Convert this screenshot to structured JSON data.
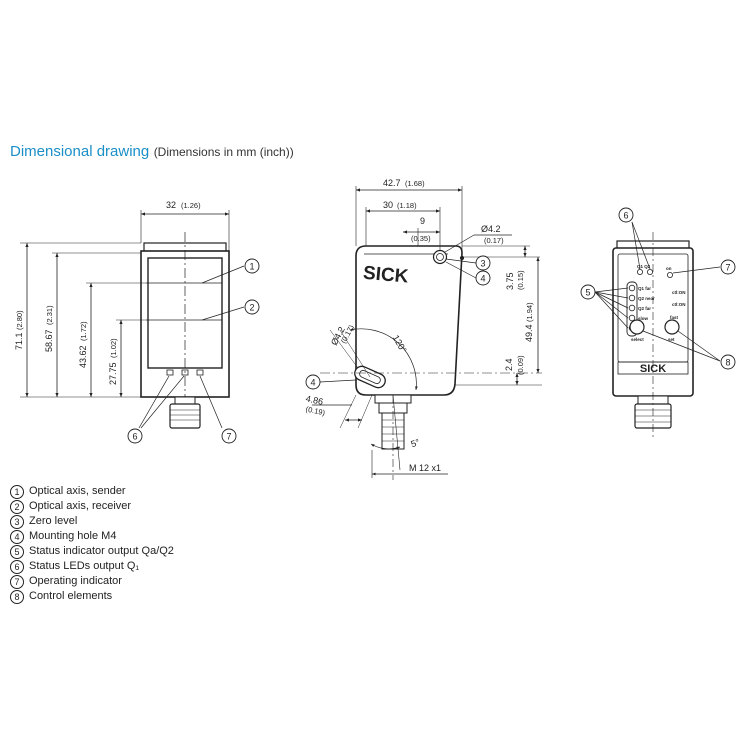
{
  "title": {
    "main": "Dimensional drawing",
    "sub": "(Dimensions in mm (inch))"
  },
  "callouts": [
    "1",
    "2",
    "3",
    "4",
    "5",
    "6",
    "7",
    "8"
  ],
  "front_view": {
    "width": "32",
    "width_in": "(1.26)",
    "height_total": "71.1",
    "height_total_in": "(2.80)",
    "height_b": "58.67",
    "height_b_in": "(2.31)",
    "height_c": "43.62",
    "height_c_in": "(1.72)",
    "height_d": "27.75",
    "height_d_in": "(1.02)"
  },
  "side_view": {
    "width_total": "42.7",
    "width_total_in": "(1.68)",
    "width_b": "30",
    "width_b_in": "(1.18)",
    "offset": "9",
    "offset_in": "(0.35)",
    "hole_dia": "Ø4.2",
    "hole_dia_in": "(0.17)",
    "hole_dia2": "Ø4.2",
    "hole_dia2_in": "(0.17)",
    "dim_375": "3.75",
    "dim_375_in": "(0.15)",
    "dim_494": "49.4",
    "dim_494_in": "(1.94)",
    "dim_24": "2.4",
    "dim_24_in": "(0.09)",
    "dim_486": "4.86",
    "dim_486_in": "(0.19)",
    "angle_120": "120°",
    "angle_5": "5°",
    "thread": "M 12 x1",
    "brand": "SICK"
  },
  "back_view": {
    "brand": "SICK",
    "led_labels": [
      "Q1 Q2",
      "Q1 far",
      "Q2 near",
      "Q2 far",
      "slow"
    ],
    "op_label": "on",
    "mode_a": "ctl:ON",
    "mode_b": "ctl:ON",
    "knob_left": "select",
    "knob_right": "set",
    "fast": "fast"
  },
  "legend": [
    {
      "num": "1",
      "text": "Optical axis, sender"
    },
    {
      "num": "2",
      "text": "Optical axis, receiver"
    },
    {
      "num": "3",
      "text": "Zero level"
    },
    {
      "num": "4",
      "text": "Mounting hole M4"
    },
    {
      "num": "5",
      "text": "Status indicator output Qa/Q2"
    },
    {
      "num": "6",
      "text": "Status LEDs output Q₁"
    },
    {
      "num": "7",
      "text": "Operating indicator"
    },
    {
      "num": "8",
      "text": "Control elements"
    }
  ]
}
